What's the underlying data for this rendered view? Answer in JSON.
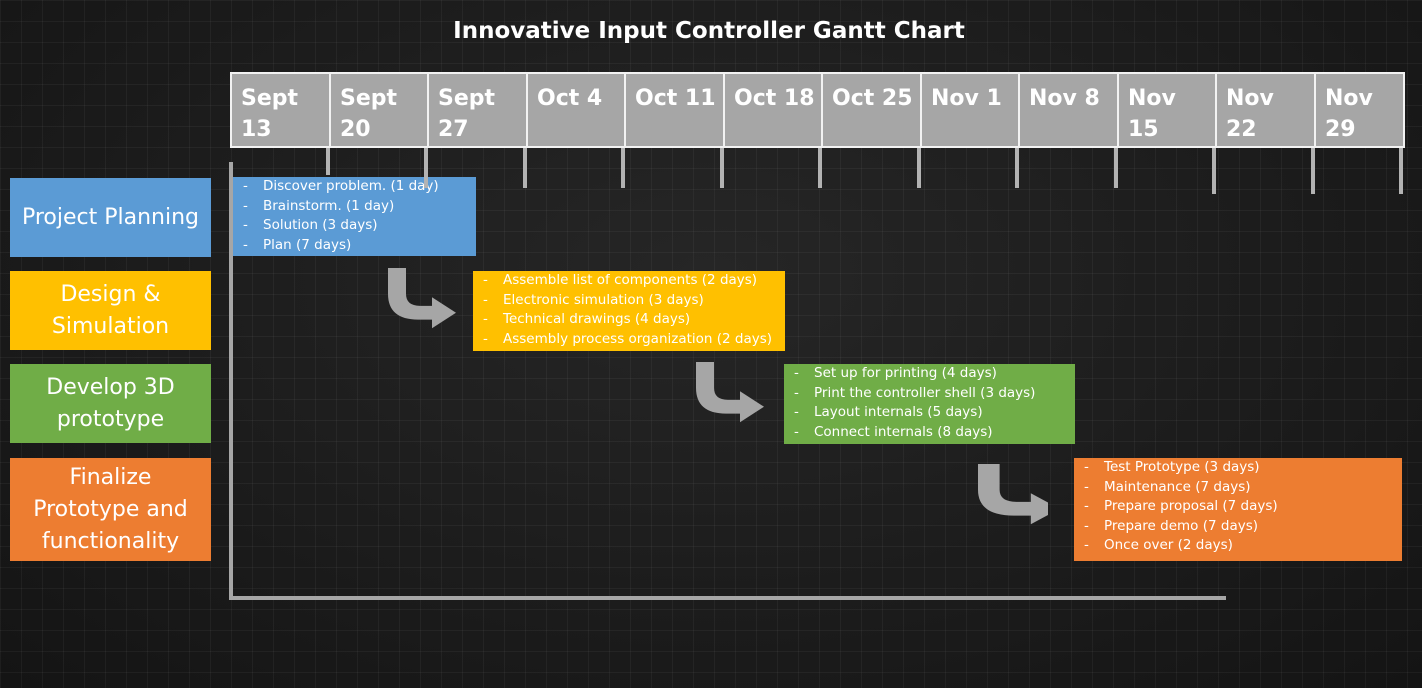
{
  "title": "Innovative Input Controller Gantt Chart",
  "weeks": [
    "Sept\n13",
    "Sept\n20",
    "Sept\n27",
    "Oct 4",
    "Oct 11",
    "Oct 18",
    "Oct 25",
    "Nov 1",
    "Nov 8",
    "Nov\n15",
    "Nov\n22",
    "Nov\n29"
  ],
  "phases": [
    {
      "label": "Project Planning",
      "color": "#5b9bd5",
      "tasks": [
        "Discover problem. (1 day)",
        "Brainstorm. (1 day)",
        "Solution (3 days)",
        "Plan (7 days)"
      ]
    },
    {
      "label": "Design & Simulation",
      "color": "#ffc000",
      "tasks": [
        "Assemble list of components (2 days)",
        "Electronic simulation (3 days)",
        "Technical drawings (4 days)",
        "Assembly process organization (2 days)"
      ]
    },
    {
      "label": "Develop 3D prototype",
      "color": "#70ad47",
      "tasks": [
        "Set up for printing (4 days)",
        "Print the controller shell (3 days)",
        "Layout internals (5 days)",
        "Connect internals (8 days)"
      ]
    },
    {
      "label": "Finalize Prototype and functionality",
      "color": "#ed7d31",
      "tasks": [
        "Test Prototype (3 days)",
        "Maintenance (7 days)",
        "Prepare proposal (7 days)",
        "Prepare demo (7 days)",
        "Once over (2 days)"
      ]
    }
  ],
  "bullet_char": "-",
  "colors": {
    "header_fill": "#a6a6a6",
    "header_border": "#f2f2f2",
    "axis": "#a6a6a6",
    "arrow": "#a6a6a6"
  }
}
